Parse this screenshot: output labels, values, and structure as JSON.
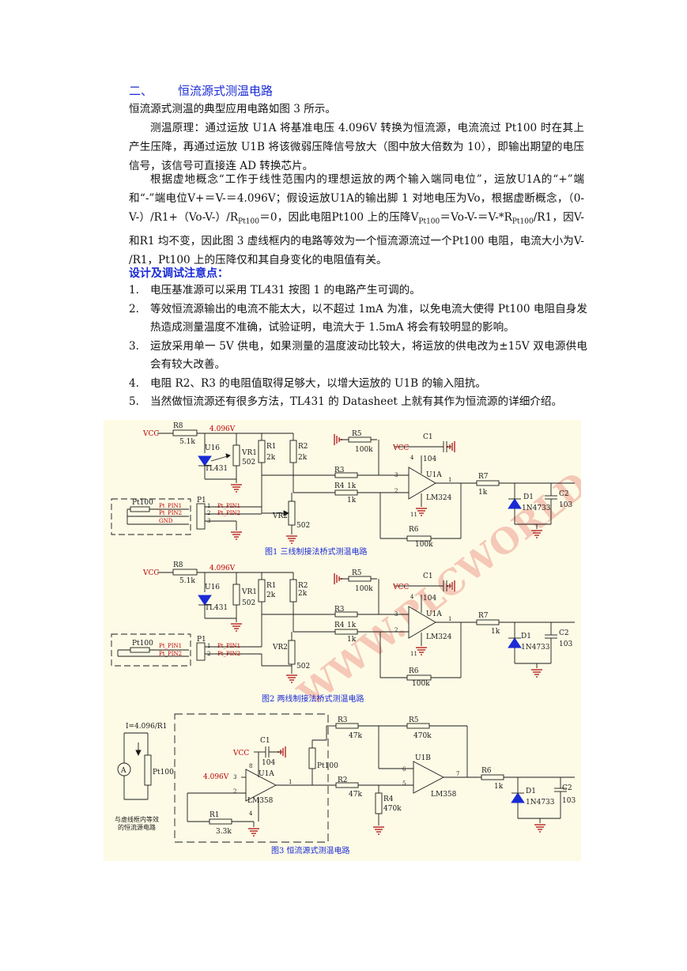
{
  "section": {
    "number": "二、",
    "title": "恒流源式测温电路"
  },
  "intro": "恒流源式测温的典型应用电路如图 3 所示。",
  "principle": "测温原理：通过运放 U1A 将基准电压 4.096V 转换为恒流源，电流流过 Pt100 时在其上产生压降，再通过运放 U1B 将该微弱压降信号放大（图中放大倍数为 10），即输出期望的电压信号，该信号可直接连 AD 转换芯片。",
  "analysis": {
    "p1": "根据虚地概念“工作于线性范围内的理想运放的两个输入端同电位”，运放U1A的“+”端和“-”端电位V+＝V-＝4.096V；假设运放U1A的输出脚 1 对地电压为Vo，根据虚断概念，（0-V-）/R1+（Vo-V-）/R",
    "sub1": "Pt100",
    "p2": "＝0，因此电阻Pt100 上的压降V",
    "sub2": "Pt100",
    "p3": "＝Vo-V-＝V-*R",
    "sub3": "Pt100",
    "p4": "/R1，因V-和R1 均不变，因此图 3 虚线框内的电路等效为一个恒流源流过一个Pt100 电阻，电流大小为V- /R1，Pt100 上的压降仅和其自身变化的电阻值有关。"
  },
  "design_title": "设计及调试注意点：",
  "notes": [
    {
      "n": "1.",
      "text": "电压基准源可以采用 TL431 按图 1 的电路产生可调的。"
    },
    {
      "n": "2.",
      "text": "等效恒流源输出的电流不能太大，以不超过 1mA 为准，以免电流大使得 Pt100 电阻自身发热造成测量温度不准确，试验证明，电流大于 1.5mA 将会有较明显的影响。"
    },
    {
      "n": "3.",
      "text": "运放采用单一 5V 供电，如果测量的温度波动比较大，将运放的供电改为±15V 双电源供电会有较大改善。"
    },
    {
      "n": "4.",
      "text": "电阻 R2、R3 的电阻值取得足够大，以增大运放的 U1B 的输入阻抗。"
    },
    {
      "n": "5.",
      "text": "当然做恒流源还有很多方法，TL431 的 Datasheet 上就有其作为恒流源的详细介绍。"
    }
  ],
  "watermark": "WWW.PLCWORLD.CN",
  "figures": {
    "fig1": {
      "caption": "图1  三线制接法桥式测温电路",
      "vcc": "VCC",
      "r8": "R8",
      "r8v": "5.1k",
      "vref": "4.096V",
      "u16": "U16",
      "tl431": "TL431",
      "vr1": "VR1",
      "vr1v": "502",
      "r1": "R1",
      "r1v": "2k",
      "r2": "R2",
      "r2v": "2k",
      "r5": "R5",
      "r5v": "100k",
      "c1": "C1",
      "c1v": "104",
      "vcc2": "VCC",
      "r3": "R3",
      "r3v": "1k",
      "r4": "R4",
      "r4v": "1k",
      "u1a": "U1A",
      "lm": "LM324",
      "pin3": "3",
      "pin2": "2",
      "pin1": "1",
      "pin4": "4",
      "pin11": "11",
      "r7": "R7",
      "r7v": "1k",
      "d1": "D1",
      "d1v": "1N4733",
      "c2": "C2",
      "c2v": "103",
      "r6": "R6",
      "r6v": "100k",
      "vr2": "VR2",
      "vr2v": "502",
      "pt": "Pt100",
      "ptpin1": "Pt_PIN1",
      "ptpin2": "Pt_PIN2",
      "gnd": "GND",
      "p1": "P1",
      "c1n": "1",
      "c2n": "2",
      "c3n": "3"
    },
    "fig2": {
      "caption": "图2  两线制接法桥式测温电路",
      "vcc": "VCC",
      "r8": "R8",
      "r8v": "5.1k",
      "vref": "4.096V",
      "u16": "U16",
      "tl431": "TL431",
      "vr1": "VR1",
      "vr1v": "502",
      "r1": "R1",
      "r1v": "2k",
      "r2": "R2",
      "r2v": "2k",
      "r5": "R5",
      "r5v": "100k",
      "c1": "C1",
      "c1v": "104",
      "vcc2": "VCC",
      "r3": "R3",
      "r3v": "1k",
      "r4": "R4",
      "r4v": "1k",
      "u1a": "U1A",
      "lm": "LM324",
      "pin3": "3",
      "pin2": "2",
      "pin1": "1",
      "pin4": "4",
      "pin11": "11",
      "r7": "R7",
      "r7v": "1k",
      "d1": "D1",
      "d1v": "1N4733",
      "c2": "C2",
      "c2v": "103",
      "r6": "R6",
      "r6v": "100k",
      "vr2": "VR2",
      "vr2v": "502",
      "pt": "Pt100",
      "ptpin1": "Pt_PIN1",
      "ptpin2": "Pt_PIN2",
      "p1": "P1",
      "c1n": "1",
      "c2n": "2"
    },
    "fig3": {
      "caption": "图3  恒流源式测温电路",
      "current": "I=4.096/R1",
      "ammeter": "A",
      "pt_left": "Pt100",
      "note1": "与虚线框内等效",
      "note2": "的恒流源电路",
      "vcc": "VCC",
      "c1": "C1",
      "c1v": "104",
      "pin8": "8",
      "u1a": "U1A",
      "vref": "4.096V",
      "pin3": "3",
      "pin2": "2",
      "pin1": "1",
      "pin4": "4",
      "lm": "LM358",
      "pt_mid": "Pt100",
      "r1": "R1",
      "r1v": "3.3k",
      "r3": "R3",
      "r3v": "47k",
      "r5": "R5",
      "r5v": "470k",
      "u1b": "U1B",
      "pin6": "6",
      "pin5": "5",
      "pin7": "7",
      "lm2": "LM358",
      "r2": "R2",
      "r2v": "47k",
      "r4": "R4",
      "r4v": "470k",
      "r6": "R6",
      "r6v": "1k",
      "d1": "D1",
      "d1v": "1N4733",
      "c2": "C2",
      "c2v": "103"
    }
  }
}
